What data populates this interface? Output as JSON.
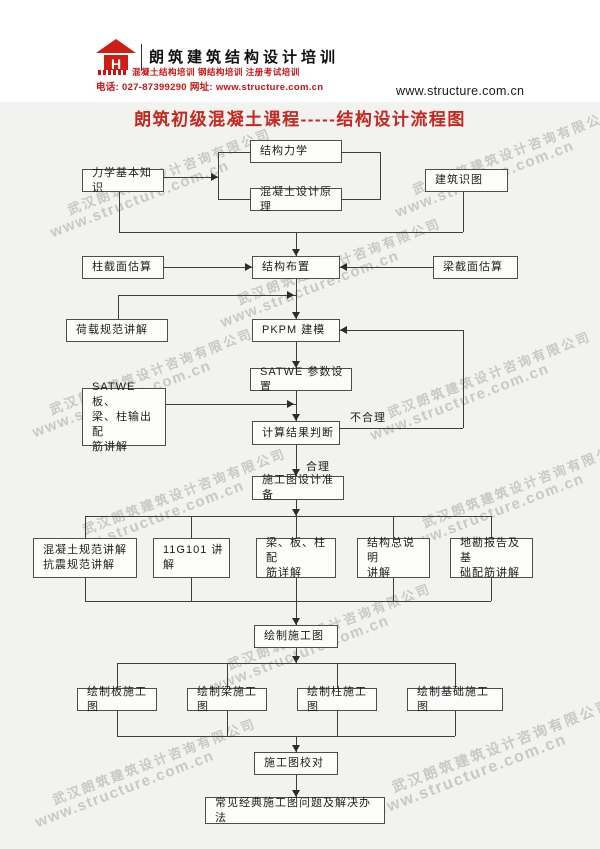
{
  "header": {
    "house_letter": "H",
    "brand": "朗筑建筑结构设计培训",
    "tagline": "混凝土结构培训 钢结构培训 注册考试培训",
    "contact": "电话: 027-87399290 网址: www.structure.com.cn",
    "website": "www.structure.com.cn"
  },
  "title": "朗筑初级混凝土课程-----结构设计流程图",
  "watermark": {
    "company": "武汉朗筑建筑设计咨询有限公司",
    "url": "www.structure.com.cn"
  },
  "edge_labels": {
    "fail": "不合理",
    "pass": "合理"
  },
  "nodes": {
    "mechanics_basics": "力学基本知识",
    "structural_mechanics": "结构力学",
    "concrete_design_principle": "混凝土设计原理",
    "building_drawing_reading": "建筑识图",
    "column_section_estimate": "柱截面估算",
    "structure_layout": "结构布置",
    "beam_section_estimate": "梁截面估算",
    "load_code_explain": "荷载规范讲解",
    "pkpm_modeling": "PKPM 建模",
    "satwe_params": "SATWE 参数设置",
    "satwe_output_explain": "SATWE 板、\n梁、柱输出配\n筋讲解",
    "result_judgement": "计算结果判断",
    "construction_prep": "施工图设计准备",
    "concrete_code_explain": "混凝土规范讲解\n抗震规范讲解",
    "g101_explain": "11G101 讲解",
    "beam_slab_column_detail": "梁、板、柱配\n筋详解",
    "general_notes_explain": "结构总说明\n讲解",
    "geo_report_explain": "地勘报告及基\n础配筋讲解",
    "draw_construction": "绘制施工图",
    "draw_slab": "绘制板施工图",
    "draw_beam": "绘制梁施工图",
    "draw_column": "绘制柱施工图",
    "draw_foundation": "绘制基础施工图",
    "drawing_check": "施工图校对",
    "common_issues": "常见经典施工图问题及解决办法"
  }
}
